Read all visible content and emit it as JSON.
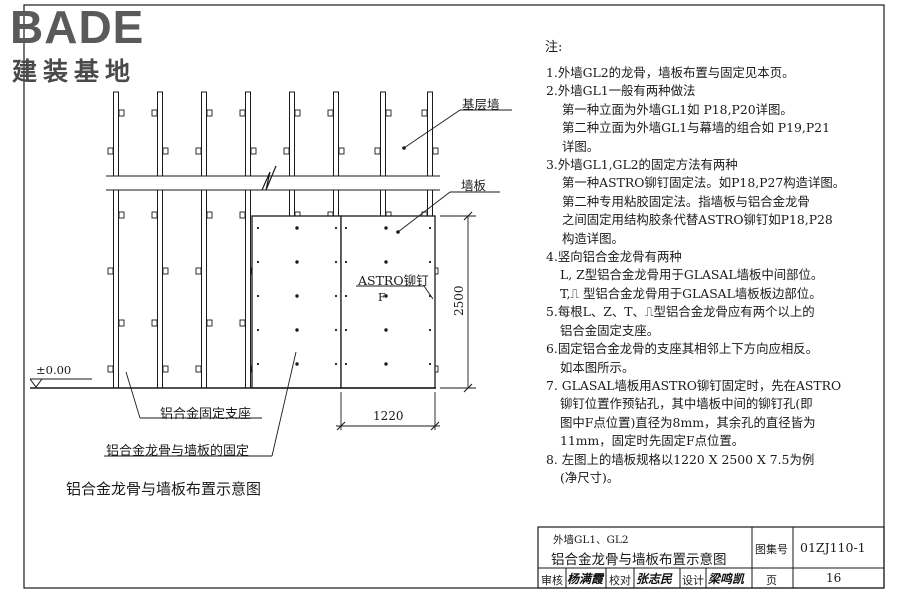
{
  "logo": {
    "en": "BADE",
    "cn": "建装基地"
  },
  "notes": {
    "title": "注:",
    "items": [
      {
        "lines": [
          "1.外墙GL2的龙骨，墙板布置与固定见本页。"
        ]
      },
      {
        "lines": [
          "2.外墙GL1一般有两种做法",
          "第一种立面为外墙GL1如 P18,P20详图。",
          "第二种立面为外墙GL1与幕墙的组合如 P19,P21",
          "详图。"
        ]
      },
      {
        "lines": [
          "3.外墙GL1,GL2的固定方法有两种",
          "第一种ASTRO铆钉固定法。如P18,P27构造详图。",
          "第二种专用粘胶固定法。指墙板与铝合金龙骨",
          "之间固定用结构胶条代替ASTRO铆钉如P18,P28",
          "构造详图。"
        ]
      },
      {
        "lines": [
          "4.竖向铝合金龙骨有两种",
          "L, Z型铝合金龙骨用于GLASAL墙板中间部位。",
          "T,⎍ 型铝合金龙骨用于GLASAL墙板板边部位。"
        ]
      },
      {
        "lines": [
          "5.每根L、Z、T、⎍型铝合金龙骨应有两个以上的",
          "铝合金固定支座。"
        ]
      },
      {
        "lines": [
          "6.固定铝合金龙骨的支座其相邻上下方向应相反。",
          "如本图所示。"
        ]
      },
      {
        "lines": [
          "7. GLASAL墙板用ASTRO铆钉固定时，先在ASTRO",
          "铆钉位置作预钻孔，其中墙板中间的铆钉孔(即",
          "图中F点位置)直径为8mm，其余孔的直径皆为",
          "11mm，固定时先固定F点位置。"
        ]
      },
      {
        "lines": [
          "8. 左图上的墙板规格以1220 X 2500 X 7.5为例",
          "(净尺寸)。"
        ]
      }
    ]
  },
  "drawing": {
    "labels": {
      "base_wall": "基层墙",
      "panel": "墙板",
      "rivet": "ASTRO铆钉",
      "point_f": "F",
      "elevation": "±0.00",
      "dim_height": "2500",
      "dim_width": "1220",
      "bracket": "铝合金固定支座",
      "fixing": "铝合金龙骨与墙板的固定"
    },
    "caption": "铝合金龙骨与墙板布置示意图"
  },
  "title_block": {
    "subtitle": "外墙GL1、GL2",
    "title": "铝合金龙骨与墙板布置示意图",
    "atlas_label": "图集号",
    "atlas_no": "01ZJ110-1",
    "review_label": "审核",
    "check_label": "校对",
    "design_label": "设计",
    "page_label": "页",
    "page_no": "16",
    "sig_review": "杨满霞",
    "sig_check": "张志民",
    "sig_design": "梁鸣凯"
  },
  "colors": {
    "ink": "#1a1a1a",
    "logo": "#5a5a5a"
  }
}
